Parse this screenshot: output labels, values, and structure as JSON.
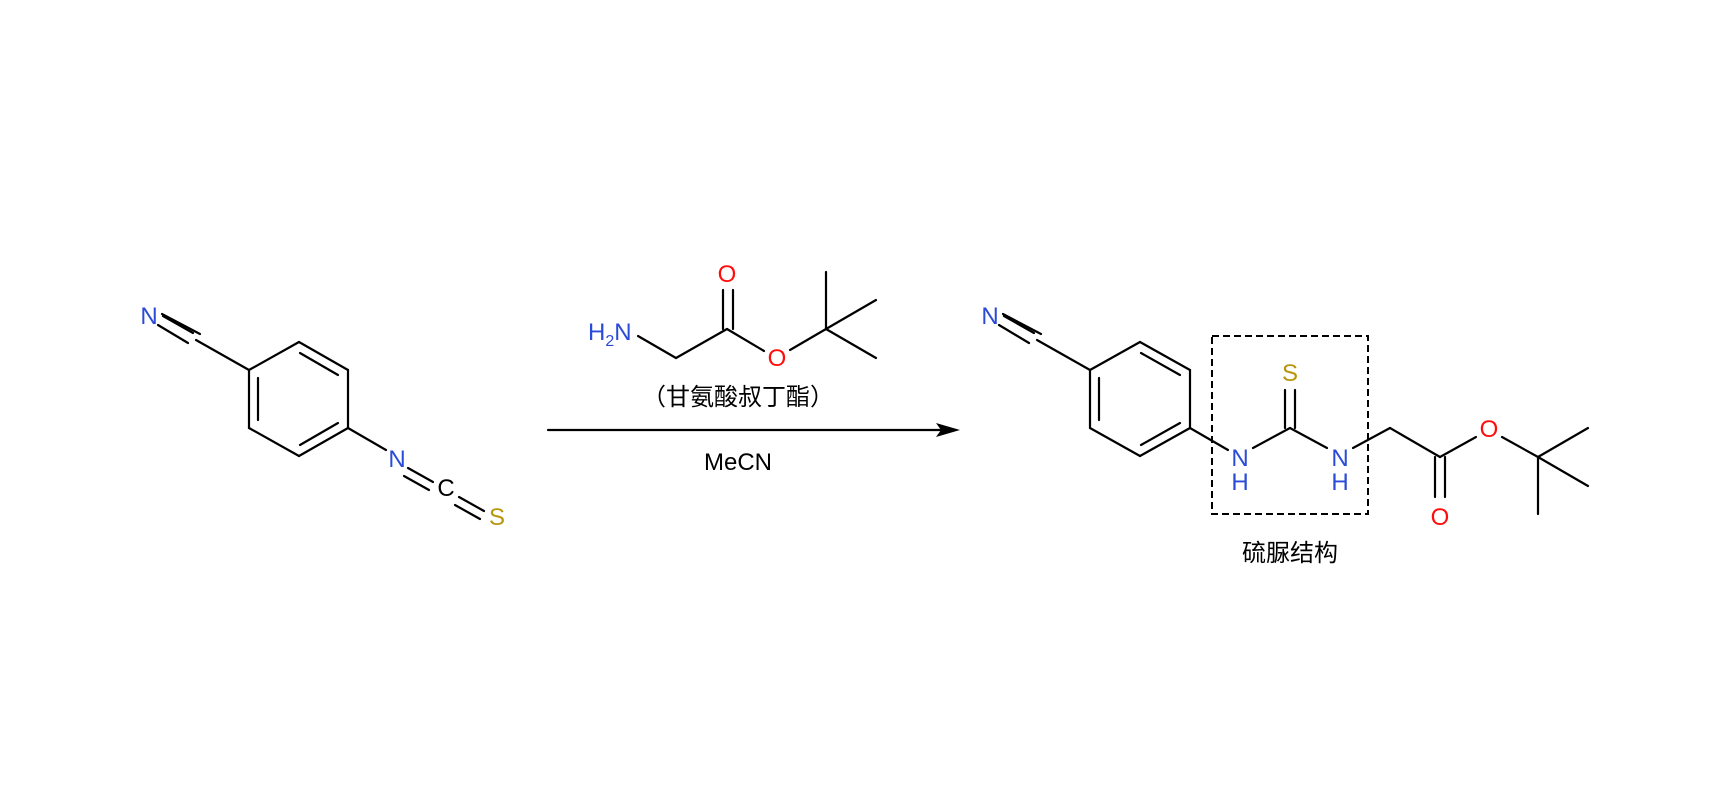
{
  "colors": {
    "nitrogen": "#2a4bd7",
    "oxygen": "#ff0d0d",
    "sulfur": "#b8960c",
    "bond": "#000000"
  },
  "reactant": {
    "nitrile_N": "N",
    "iso_N": "N",
    "iso_C": "C",
    "iso_S": "S"
  },
  "reagent": {
    "amine": "H2N",
    "amine_H": "H",
    "amine_sub": "2",
    "amine_N": "N",
    "carbonyl_O": "O",
    "ester_O": "O",
    "name": "（甘氨酸叔丁酯）"
  },
  "conditions": {
    "solvent": "MeCN"
  },
  "product": {
    "nitrile_N": "N",
    "thio_S": "S",
    "nh1_N": "N",
    "nh1_H": "H",
    "nh2_N": "N",
    "nh2_H": "H",
    "ester_O": "O",
    "carbonyl_O": "O"
  },
  "highlight": {
    "caption": "硫脲结构"
  }
}
